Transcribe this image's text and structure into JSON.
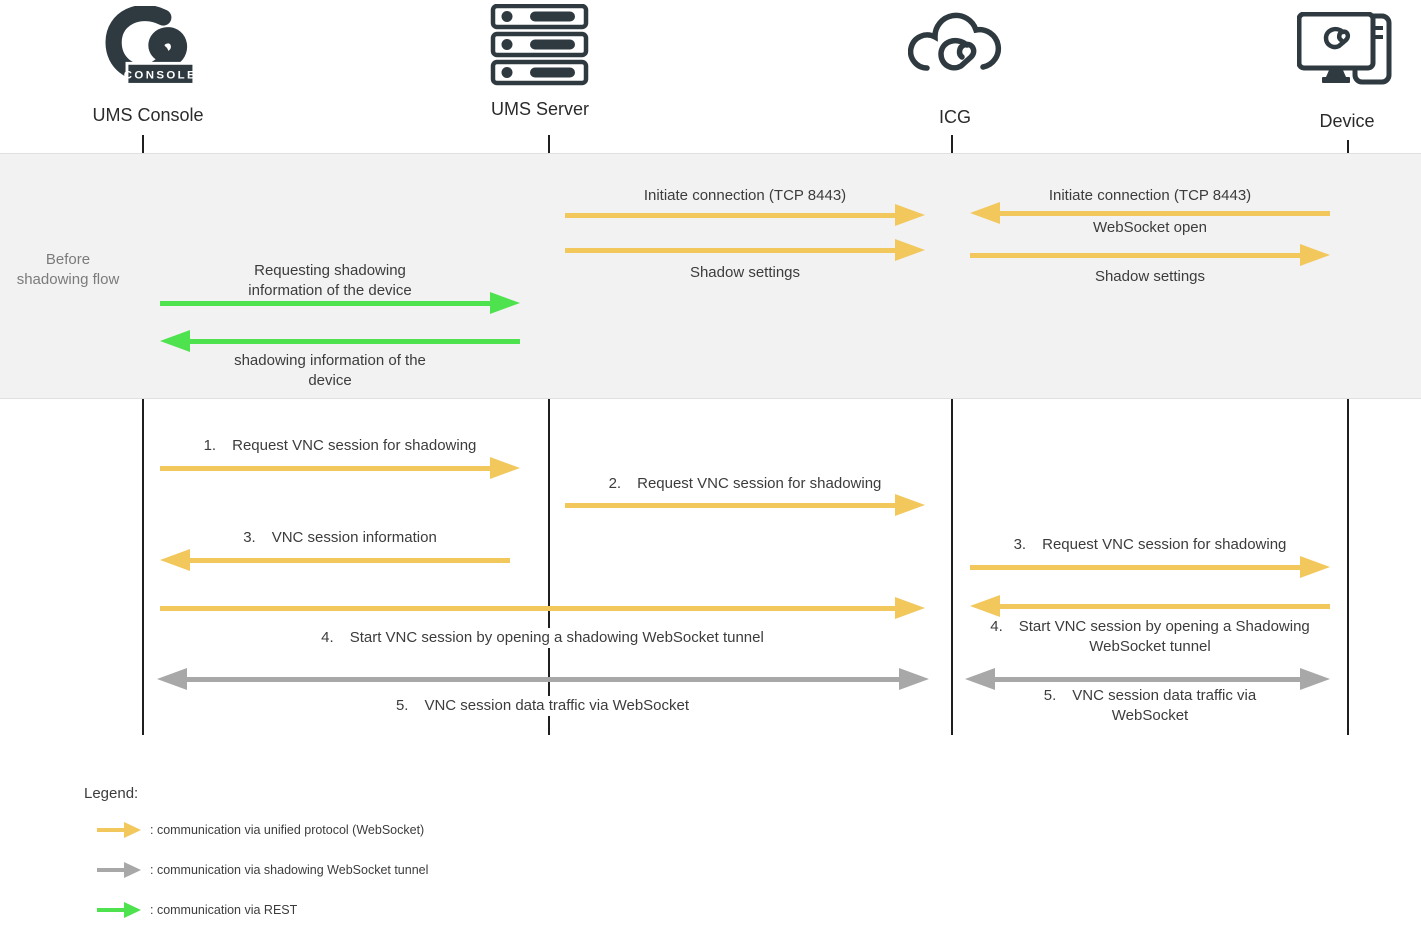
{
  "colors": {
    "unified_protocol_arrow": "#f2c75c",
    "shadowing_tunnel_arrow": "#a8a8a8",
    "rest_arrow": "#4ee24e",
    "icon_dark": "#2e3a40",
    "band_background": "#f2f2f2"
  },
  "actors": [
    {
      "label": "UMS Console"
    },
    {
      "label": "UMS Server"
    },
    {
      "label": "ICG"
    },
    {
      "label": "Device"
    }
  ],
  "console_badge": "CONSOLE",
  "band": {
    "label": "Before shadowing flow"
  },
  "before": {
    "initiate_ums_icg": "Initiate connection (TCP 8443)",
    "shadow_settings_ums_icg": "Shadow settings",
    "initiate_device_icg": "Initiate connection (TCP 8443)",
    "websocket_open": "WebSocket open",
    "shadow_settings_icg_device": "Shadow settings",
    "request_shadow_info": "Requesting shadowing information of the device",
    "shadow_info_reply": "shadowing information of the device"
  },
  "flow": {
    "step1": {
      "num": "1.",
      "text": "Request VNC session for shadowing"
    },
    "step2": {
      "num": "2.",
      "text": "Request VNC session for shadowing"
    },
    "step3_console": {
      "num": "3.",
      "text": "VNC session information"
    },
    "step3_device": {
      "num": "3.",
      "text": "Request VNC session for shadowing"
    },
    "step4_tunnel": {
      "num": "4.",
      "text": "Start VNC session by opening a shadowing WebSocket tunnel"
    },
    "step4_device": {
      "num": "4.",
      "text": "Start VNC session by opening a Shadowing WebSocket tunnel"
    },
    "step5_traffic": {
      "num": "5.",
      "text": "VNC session data traffic via WebSocket"
    },
    "step5_device": {
      "num": "5.",
      "text": "VNC session data traffic via WebSocket"
    }
  },
  "legend": {
    "title": "Legend:",
    "items": [
      {
        "label": ": communication via unified protocol (WebSocket)"
      },
      {
        "label": ": communication via shadowing WebSocket tunnel"
      },
      {
        "label": ": communication via REST"
      }
    ]
  }
}
